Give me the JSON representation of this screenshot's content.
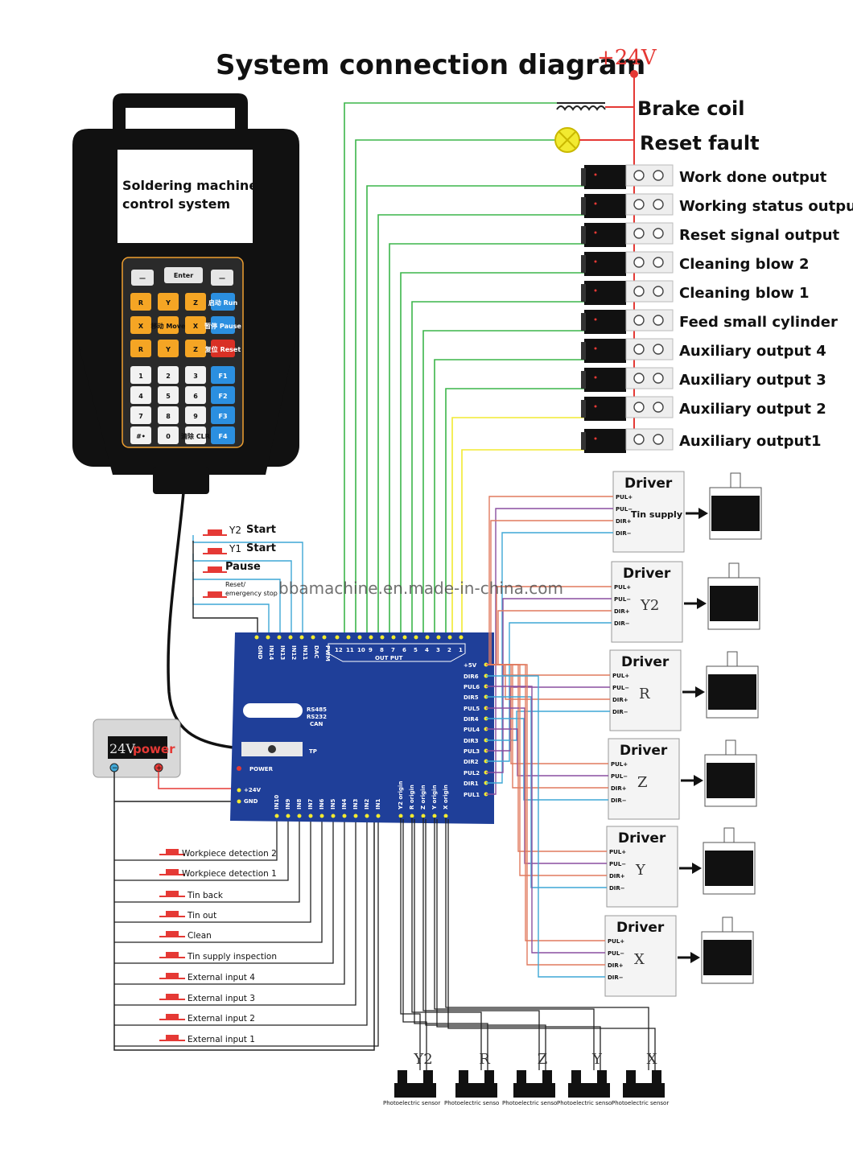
{
  "title": "System connection diagram",
  "supply_label": "+24V",
  "controller": {
    "screen_line1": "Soldering machine",
    "screen_line2": "control system",
    "keys_top": [
      "—",
      "Enter",
      "—"
    ],
    "keys_rows": [
      [
        "R",
        "Y",
        "Z",
        "启动 Run"
      ],
      [
        "X",
        "移动 Move",
        "X",
        "暂停 Pause"
      ],
      [
        "R",
        "Y",
        "Z",
        "复位 Reset"
      ],
      [
        "1",
        "2",
        "3",
        "F1"
      ],
      [
        "4",
        "5",
        "6",
        "F2"
      ],
      [
        "7",
        "8",
        "9",
        "F3"
      ],
      [
        "#•",
        "0",
        "清除 CLR",
        "F4"
      ]
    ]
  },
  "top_outputs": [
    "Brake coil",
    "Reset fault"
  ],
  "relay_outputs": [
    "Work done output",
    "Working status output",
    "Reset signal output",
    "Cleaning blow 2",
    "Cleaning blow 1",
    "Feed small cylinder",
    "Auxiliary output 4",
    "Auxiliary output 3",
    "Auxiliary output 2",
    "Auxiliary output1"
  ],
  "front_buttons": [
    {
      "axis": "Y2",
      "label": "Start"
    },
    {
      "axis": "Y1",
      "label": "Start"
    },
    {
      "axis": "",
      "label": "Pause"
    },
    {
      "axis": "",
      "label": "Reset/\nemergency stop"
    }
  ],
  "board": {
    "top_left_pins": [
      "GND",
      "IN14",
      "IN13",
      "IN12",
      "IN11",
      "DAC",
      "PWM"
    ],
    "output_numbers": [
      "12",
      "11",
      "10",
      "9",
      "8",
      "7",
      "6",
      "5",
      "4",
      "3",
      "2",
      "1"
    ],
    "output_label": "OUT PUT",
    "right_pins": [
      "+5V",
      "DIR6",
      "PUL6",
      "DIR5",
      "PUL5",
      "DIR4",
      "PUL4",
      "DIR3",
      "PUL3",
      "DIR2",
      "PUL2",
      "DIR1",
      "PUL1"
    ],
    "comm_label": [
      "RS485",
      "RS232",
      "CAN"
    ],
    "tp_label": "TP",
    "power_label": "POWER",
    "power_pins": [
      "+24V",
      "GND"
    ],
    "bottom_pins": [
      "IN10",
      "IN9",
      "IN8",
      "IN7",
      "IN6",
      "IN5",
      "IN4",
      "IN3",
      "IN2",
      "IN1"
    ],
    "origin_pins": [
      "Y2 origin",
      "R origin",
      "Z origin",
      "Y origin",
      "X origin"
    ]
  },
  "power_supply": {
    "label_24v": "24V",
    "label_power": "power",
    "minus": "−",
    "plus": "+"
  },
  "drivers": [
    {
      "title": "Driver",
      "axis": "Tin supply",
      "pins": [
        "PUL+",
        "PUL−",
        "DIR+",
        "DIR−"
      ]
    },
    {
      "title": "Driver",
      "axis": "Y2",
      "pins": [
        "PUL+",
        "PUL−",
        "DIR+",
        "DIR−"
      ]
    },
    {
      "title": "Driver",
      "axis": "R",
      "pins": [
        "PUL+",
        "PUL−",
        "DIR+",
        "DIR−"
      ]
    },
    {
      "title": "Driver",
      "axis": "Z",
      "pins": [
        "PUL+",
        "PUL−",
        "DIR+",
        "DIR−"
      ]
    },
    {
      "title": "Driver",
      "axis": "Y",
      "pins": [
        "PUL+",
        "PUL−",
        "DIR+",
        "DIR−"
      ]
    },
    {
      "title": "Driver",
      "axis": "X",
      "pins": [
        "PUL+",
        "PUL−",
        "DIR+",
        "DIR−"
      ]
    }
  ],
  "inputs": [
    "Workpiece detection 2",
    "Workpiece detection 1",
    "Tin back",
    "Tin out",
    "Clean",
    "Tin supply inspection",
    "External input 4",
    "External input 3",
    "External input 2",
    "External input 1"
  ],
  "sensors": [
    {
      "axis": "Y2",
      "label": "Photoelectric sensor"
    },
    {
      "axis": "R",
      "label": "Photoelectric senso"
    },
    {
      "axis": "Z",
      "label": "Photoelectric senso"
    },
    {
      "axis": "Y",
      "label": "Photoelectric senso"
    },
    {
      "axis": "X",
      "label": "Photoelectric sensor"
    }
  ],
  "watermark": "bbamachine.en.made-in-china.com",
  "colors": {
    "board": "#1f3f99",
    "green": "#3cb54a",
    "wire_red": "#e07a5f",
    "wire_blue": "#3fa7d6",
    "wire_purple": "#8a4fa0",
    "yellow": "#f2ea30",
    "supply_red": "#e53935"
  }
}
